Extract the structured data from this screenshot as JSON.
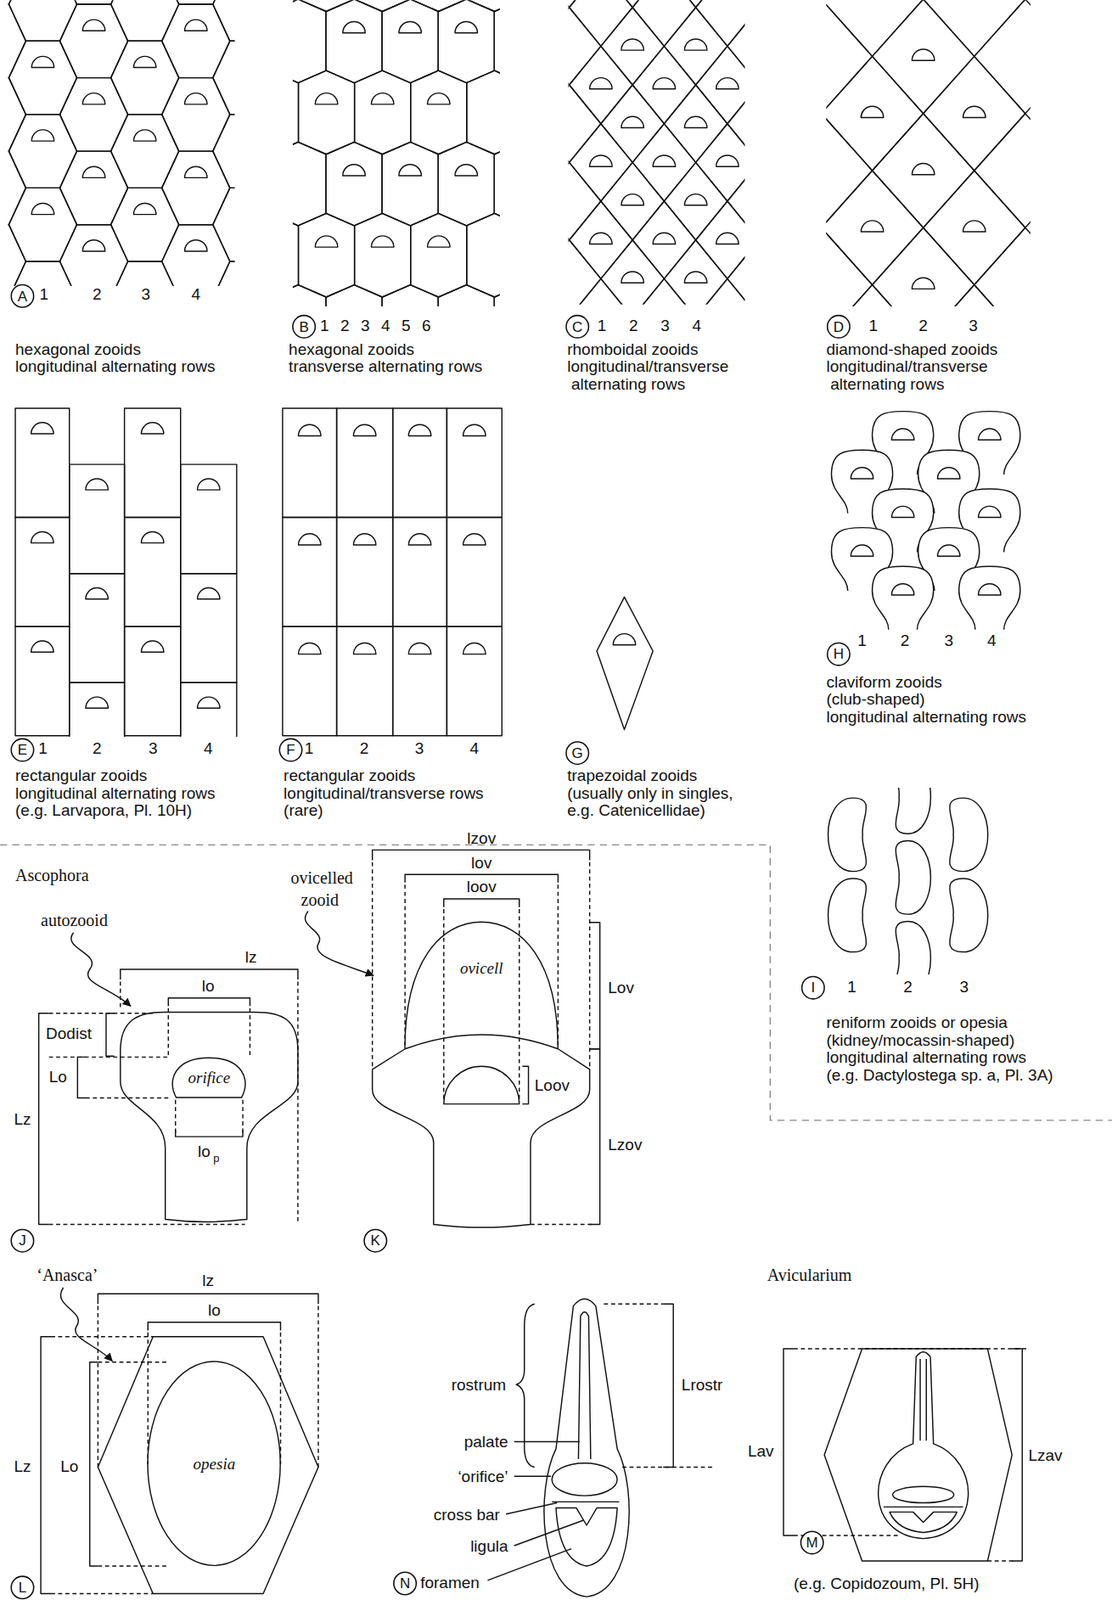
{
  "diagram": {
    "nodes": [
      {
        "text": [
          "orifice"
        ]
      },
      {
        "text": [
          "ovicell"
        ]
      },
      {
        "text": [
          "opesia"
        ]
      }
    ],
    "labels": [
      "A",
      "1",
      "2",
      "3",
      "4",
      "hexagonal zooids",
      "longitudinal alternating rows",
      "B",
      "1",
      "2",
      "3",
      "4",
      "5",
      "6",
      "hexagonal zooids",
      "transverse alternating rows",
      "C",
      "1",
      "2",
      "3",
      "4",
      "rhomboidal zooids",
      "longitudinal/transverse",
      "alternating rows",
      "D",
      "1",
      "2",
      "3",
      "diamond-shaped zooids",
      "longitudinal/transverse",
      "alternating rows",
      "E",
      "1",
      "2",
      "3",
      "4",
      "rectangular zooids",
      "longitudinal alternating rows",
      "(e.g. Larvapora, Pl. 10H)",
      "F",
      "1",
      "2",
      "3",
      "4",
      "rectangular zooids",
      "longitudinal/transverse rows",
      "(rare)",
      "G",
      "trapezoidal zooids",
      "(usually only in singles,",
      "e.g. Catenicellidae)",
      "H",
      "1",
      "2",
      "3",
      "4",
      "claviform zooids",
      "(club-shaped)",
      "longitudinal alternating rows",
      "I",
      "1",
      "2",
      "3",
      "reniform zooids or opesia",
      "(kidney/mocassin-shaped)",
      "longitudinal alternating rows",
      "(e.g. Dactylostega sp. a, Pl. 3A)",
      "Ascophora",
      "autozooid",
      "lz",
      "lo",
      "Dodist",
      "Lo",
      "Lz",
      "lo",
      "p",
      "J",
      "ovicelled",
      "zooid",
      "lzov",
      "lov",
      "loov",
      "Lov",
      "Loov",
      "Lzov",
      "K",
      "‘Anasca’",
      "lz",
      "lo",
      "Lz",
      "Lo",
      "L",
      "rostrum",
      "palate",
      "‘orifice’",
      "cross bar",
      "ligula",
      "foramen",
      "N",
      "Lrostr",
      "Avicularium",
      "Lav",
      "Lzav",
      "M",
      "(e.g. Copidozoum, Pl. 5H)"
    ]
  }
}
